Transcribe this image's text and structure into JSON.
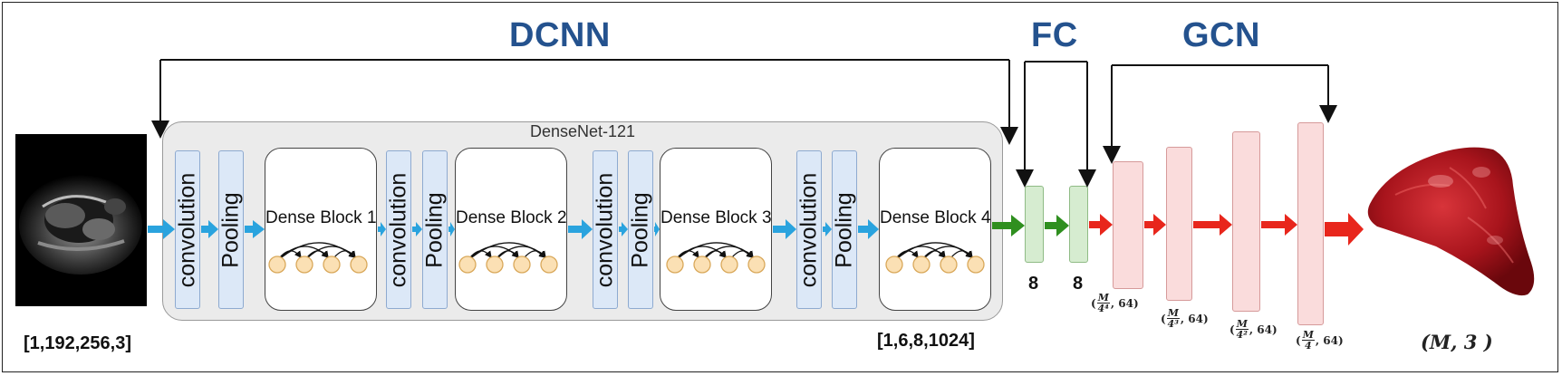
{
  "sections": {
    "dcnn": "DCNN",
    "fc": "FC",
    "gcn": "GCN"
  },
  "densenet_label": "DenseNet-121",
  "stages": {
    "conv": "convolution",
    "pool": "Pooling"
  },
  "blocks": [
    "Dense Block 1",
    "Dense Block 2",
    "Dense Block 3",
    "Dense Block 4"
  ],
  "input_shape": "[1,192,256,3]",
  "dcnn_output_shape": "[1,6,8,1024]",
  "fc_sizes": [
    "8",
    "8"
  ],
  "gcn_layers": [
    {
      "num": "M",
      "den": "4⁴",
      "ch": "64"
    },
    {
      "num": "M",
      "den": "4³",
      "ch": "64"
    },
    {
      "num": "M",
      "den": "4²",
      "ch": "64"
    },
    {
      "num": "M",
      "den": "4",
      "ch": "64"
    }
  ],
  "output_shape": "(M, 3 )",
  "colors": {
    "title": "#24528e",
    "blue_arrow": "#2aa3de",
    "green_arrow": "#2f8f1f",
    "red_arrow": "#e8261c"
  }
}
